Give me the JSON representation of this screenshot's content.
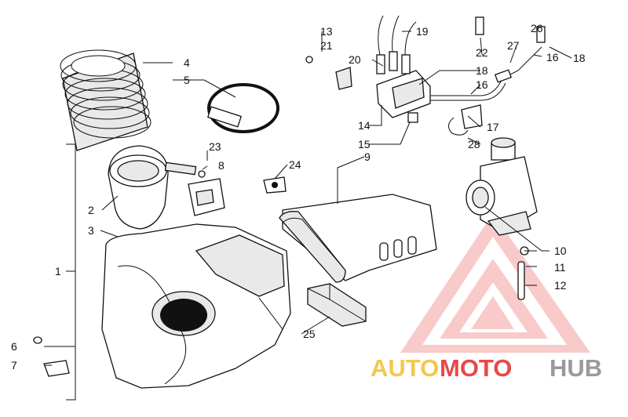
{
  "callouts": {
    "c1": "1",
    "c2": "2",
    "c3": "3",
    "c4": "4",
    "c5": "5",
    "c6": "6",
    "c7": "7",
    "c8": "8",
    "c9": "9",
    "c10": "10",
    "c11": "11",
    "c12": "12",
    "c13": "13",
    "c14": "14",
    "c15": "15",
    "c16a": "16",
    "c16b": "16",
    "c17": "17",
    "c18a": "18",
    "c18b": "18",
    "c19": "19",
    "c20": "20",
    "c21": "21",
    "c22": "22",
    "c23": "23",
    "c24": "24",
    "c25": "25",
    "c26": "26",
    "c27": "27",
    "c28": "28"
  },
  "watermark": {
    "auto": "AUTO",
    "moto": "MOTO",
    "hub": "HUB",
    "colors": {
      "auto": "#f2c94c",
      "moto": "#e84848",
      "hub": "#9a9a9a"
    }
  }
}
